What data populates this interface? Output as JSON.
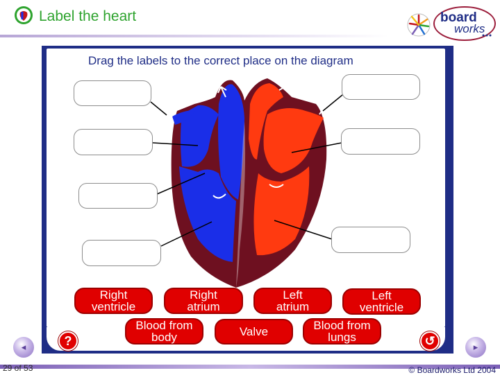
{
  "header": {
    "title": "Label the heart",
    "logo_line1": "board",
    "logo_line2": "works"
  },
  "activity": {
    "instruction": "Drag the labels to the correct place on the diagram",
    "labels": [
      "Right\nventricle",
      "Right\natrium",
      "Left\natrium",
      "Left\nventricle",
      "Blood from\nbody",
      "Valve",
      "Blood from\nlungs"
    ],
    "help_symbol": "?",
    "reset_symbol": "↺"
  },
  "footer": {
    "slide_number": "29 of 53",
    "copyright": "© Boardworks Ltd 2004"
  },
  "colors": {
    "panel": "#1f2d86",
    "label_fill": "#e00000",
    "deoxygenated": "#1a2ee8",
    "oxygenated": "#ff3a10",
    "muscle": "#6e1020",
    "title": "#2ea32e"
  },
  "icons": {
    "prev": "chevron-left-icon",
    "next": "chevron-right-icon",
    "help": "question-icon",
    "reset": "undo-icon"
  }
}
